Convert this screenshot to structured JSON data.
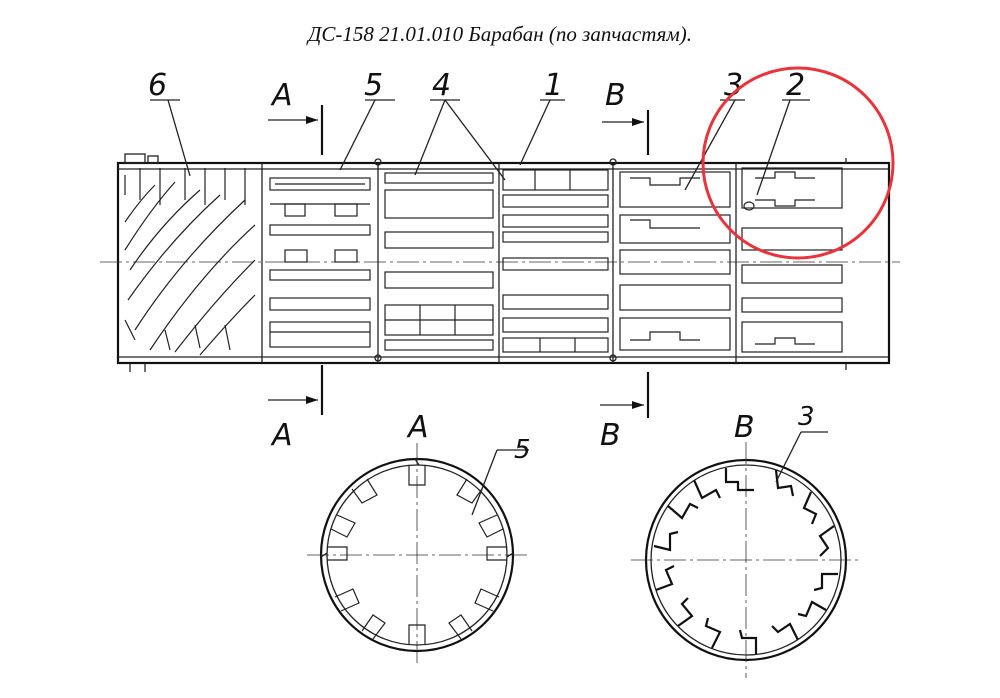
{
  "title": "ДС-158 21.01.010 Барабан (по запчастям).",
  "labels": {
    "part1": "1",
    "part2": "2",
    "part3": "3",
    "part4": "4",
    "part5": "5",
    "part6": "6",
    "section_a": "A",
    "section_b": "B"
  },
  "section_views": [
    {
      "view": "A",
      "part": "5"
    },
    {
      "view": "B",
      "part": "3"
    }
  ],
  "highlight": {
    "color": "#e8343a",
    "target_part": "2"
  },
  "colors": {
    "line": "#222222",
    "background": "#ffffff"
  }
}
